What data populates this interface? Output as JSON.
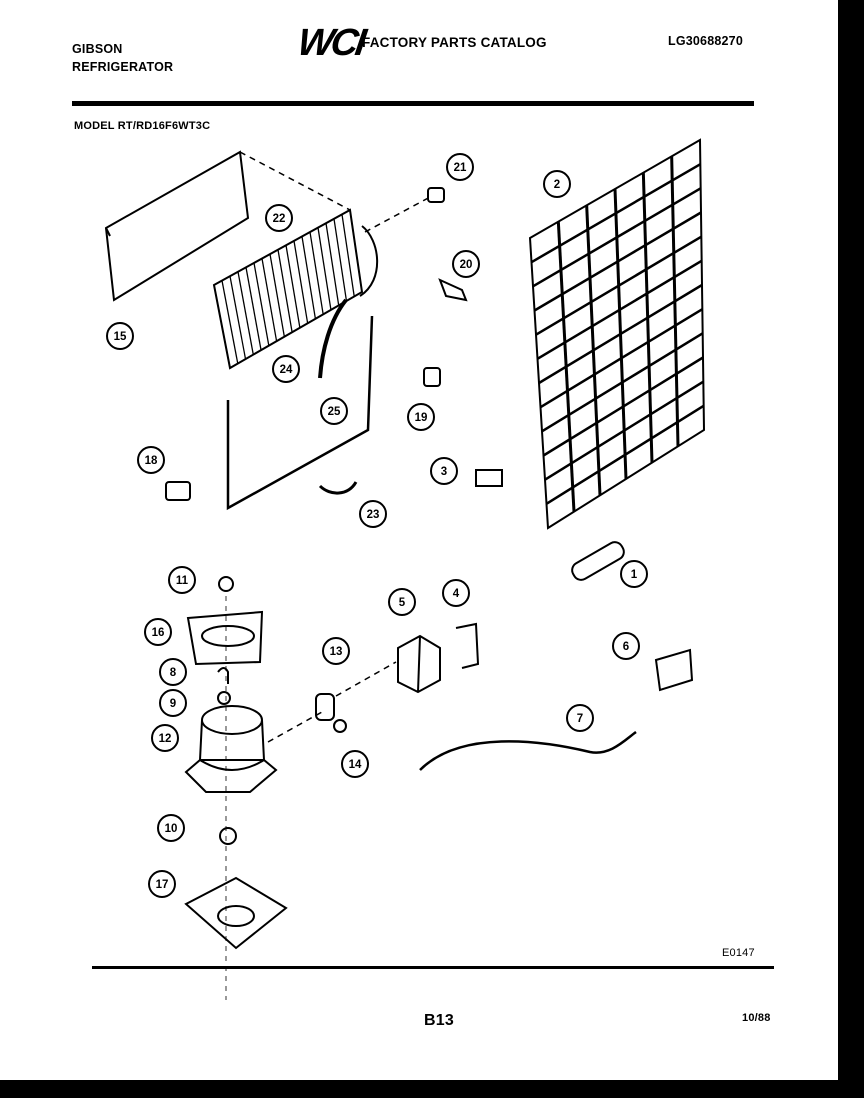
{
  "header": {
    "brand": "GIBSON",
    "product": "REFRIGERATOR",
    "logo": "WCI",
    "catalog_title": "FACTORY PARTS CATALOG",
    "catalog_number": "LG30688270",
    "model": "MODEL RT/RD16F6WT3C"
  },
  "footer": {
    "diagram_code": "E0147",
    "page_number": "B13",
    "date": "10/88"
  },
  "callouts": [
    "1",
    "2",
    "3",
    "4",
    "5",
    "6",
    "7",
    "8",
    "9",
    "10",
    "11",
    "12",
    "13",
    "14",
    "15",
    "16",
    "17",
    "18",
    "19",
    "20",
    "21",
    "22",
    "23",
    "24",
    "25"
  ]
}
